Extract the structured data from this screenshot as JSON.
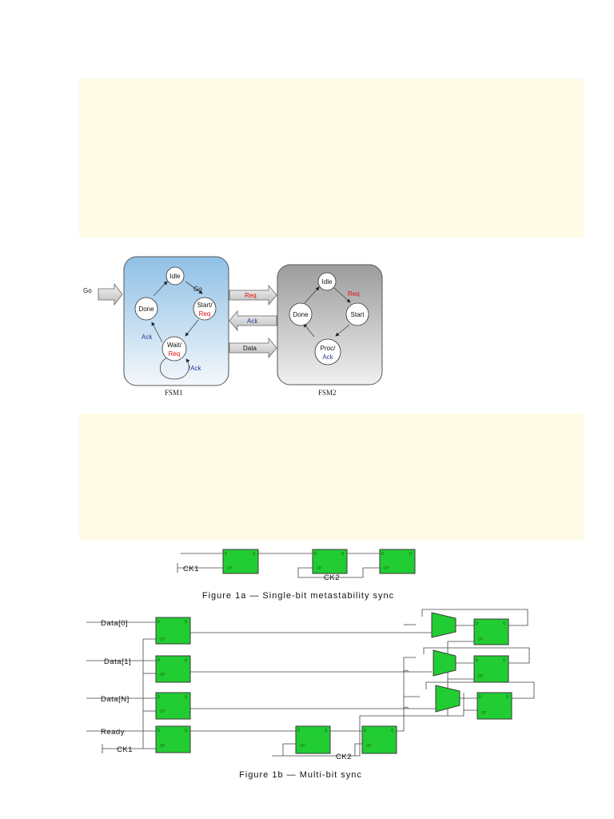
{
  "fsm_diagram": {
    "input_label": "Go",
    "fsm1": {
      "caption": "FSM1",
      "states": {
        "idle": "Idle",
        "done": "Done",
        "start": "Start/",
        "start_out": "Req",
        "wait": "Wait/",
        "wait_out": "Req"
      },
      "transitions": {
        "go": "Go",
        "ack": "Ack",
        "not_ack": "!Ack"
      }
    },
    "fsm2": {
      "caption": "FSM2",
      "states": {
        "idle": "Idle",
        "done": "Done",
        "start": "Start",
        "proc": "Proc/",
        "proc_out": "Ack"
      },
      "transitions": {
        "req": "Req"
      }
    },
    "signals": {
      "req": "Req",
      "ack": "Ack",
      "data": "Data"
    },
    "colors": {
      "fsm1_fill": "#a9cfe9",
      "fsm2_fill": "#bdbdbd",
      "output_text": "#e01010",
      "input_text": "#2a3a9a",
      "flip_flop": "#22cc33",
      "note_background": "#fdfbe6"
    }
  },
  "figure_1a": {
    "caption": "Figure 1a — Single-bit metastability sync",
    "clock_1": "CK1",
    "clock_2": "CK2",
    "pins": {
      "d": "D",
      "q": "Q",
      "cp": "CP"
    }
  },
  "figure_1b": {
    "caption": "Figure 1b — Multi-bit sync",
    "inputs": [
      "Data[0]",
      "Data[1]",
      "Data[N]",
      "Ready"
    ],
    "clock_1": "CK1",
    "clock_2": "CK2"
  }
}
